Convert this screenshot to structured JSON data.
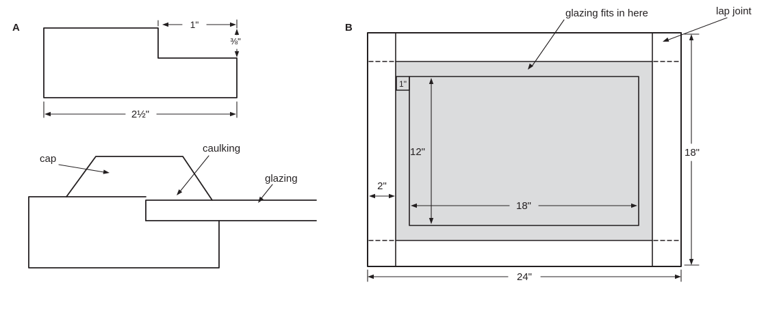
{
  "panel_a": {
    "label": "A",
    "dims": {
      "notch_width": "1\"",
      "notch_depth": "⅜\"",
      "overall_width": "2½\""
    },
    "callouts": {
      "cap": "cap",
      "caulking": "caulking",
      "glazing": "glazing"
    }
  },
  "panel_b": {
    "label": "B",
    "callouts": {
      "glazing": "glazing fits in here",
      "lap_joint": "lap joint"
    },
    "dims": {
      "lip": "1\"",
      "opening_height": "12\"",
      "opening_width": "18\"",
      "stile_width": "2\"",
      "frame_height": "18\"",
      "frame_width": "24\""
    }
  },
  "colors": {
    "line": "#231f20",
    "rabbet_fill": "#dbdcdd",
    "glazing_fill": "#d2d3d5",
    "background": "#ffffff"
  }
}
